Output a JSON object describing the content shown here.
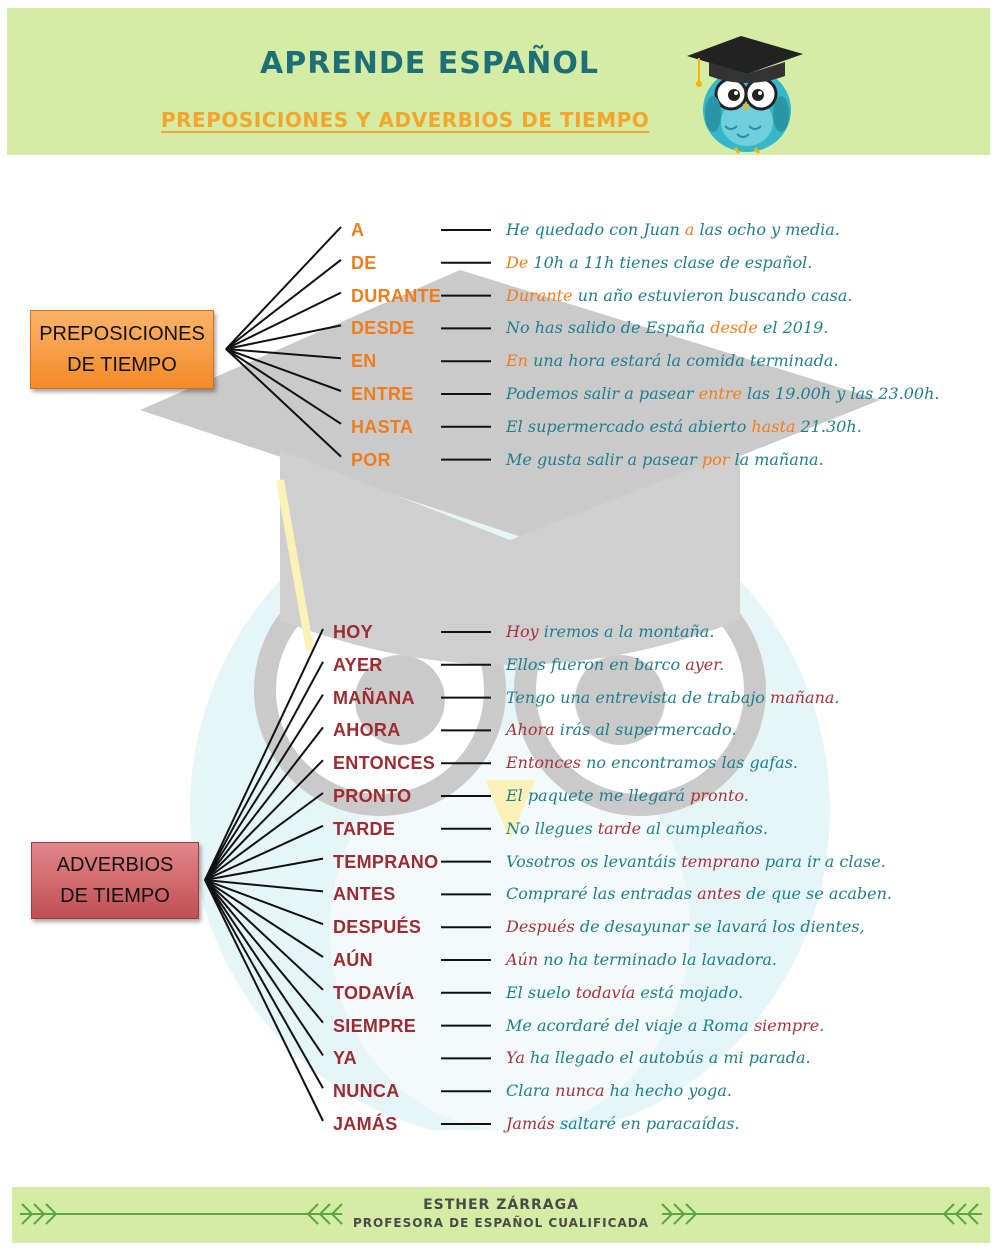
{
  "header": {
    "title": "APRENDE ESPAÑOL",
    "subtitle": "PREPOSICIONES Y ADVERBIOS DE TIEMPO",
    "logo_icon": "owl-graduate-icon"
  },
  "colors": {
    "header_bg": "#d4eca4",
    "title": "#1f7076",
    "subtitle": "#f5a52b",
    "preposition": "#f07d1c",
    "adverb": "#9c2b32",
    "sentence": "#207e8d"
  },
  "prepositions": {
    "label_line1": "PREPOSICIONES",
    "label_line2": "DE TIEMPO",
    "items": [
      {
        "word": "A",
        "sentence": [
          [
            "He quedado con Juan ",
            0
          ],
          [
            "a",
            1
          ],
          [
            " las ocho y media.",
            0
          ]
        ]
      },
      {
        "word": "DE",
        "sentence": [
          [
            "De",
            1
          ],
          [
            " 10h a 11h tienes clase de español.",
            0
          ]
        ]
      },
      {
        "word": "DURANTE",
        "sentence": [
          [
            "Durante",
            1
          ],
          [
            " un año estuvieron buscando casa.",
            0
          ]
        ]
      },
      {
        "word": "DESDE",
        "sentence": [
          [
            "No has salido de España ",
            0
          ],
          [
            "desde",
            1
          ],
          [
            " el 2019.",
            0
          ]
        ]
      },
      {
        "word": "EN",
        "sentence": [
          [
            "En",
            1
          ],
          [
            " una hora estará la comida terminada.",
            0
          ]
        ]
      },
      {
        "word": "ENTRE",
        "sentence": [
          [
            "Podemos salir a pasear ",
            0
          ],
          [
            "entre",
            1
          ],
          [
            " las 19.00h y las 23.00h.",
            0
          ]
        ]
      },
      {
        "word": "HASTA",
        "sentence": [
          [
            "El supermercado está abierto ",
            0
          ],
          [
            "hasta",
            1
          ],
          [
            " 21.30h.",
            0
          ]
        ]
      },
      {
        "word": "POR",
        "sentence": [
          [
            "Me gusta salir a pasear ",
            0
          ],
          [
            "por",
            1
          ],
          [
            " la mañana.",
            0
          ]
        ]
      }
    ]
  },
  "adverbs": {
    "label_line1": "ADVERBIOS",
    "label_line2": "DE TIEMPO",
    "items": [
      {
        "word": "HOY",
        "sentence": [
          [
            "Hoy",
            1
          ],
          [
            " iremos a la montaña.",
            0
          ]
        ]
      },
      {
        "word": "AYER",
        "sentence": [
          [
            "Ellos fueron en barco ",
            0
          ],
          [
            "ayer",
            1
          ],
          [
            ".",
            0
          ]
        ]
      },
      {
        "word": "MAÑANA",
        "sentence": [
          [
            "Tengo una entrevista de trabajo ",
            0
          ],
          [
            "mañana",
            1
          ],
          [
            ".",
            0
          ]
        ]
      },
      {
        "word": "AHORA",
        "sentence": [
          [
            "Ahora",
            1
          ],
          [
            " irás al supermercado.",
            0
          ]
        ]
      },
      {
        "word": "ENTONCES",
        "sentence": [
          [
            "Entonces",
            1
          ],
          [
            " no encontramos las gafas.",
            0
          ]
        ]
      },
      {
        "word": "PRONTO",
        "sentence": [
          [
            "El paquete me llegará ",
            0
          ],
          [
            "pronto",
            1
          ],
          [
            ".",
            0
          ]
        ]
      },
      {
        "word": "TARDE",
        "sentence": [
          [
            "No llegues ",
            0
          ],
          [
            "tarde",
            1
          ],
          [
            " al cumpleaños.",
            0
          ]
        ]
      },
      {
        "word": "TEMPRANO",
        "sentence": [
          [
            "Vosotros os levantáis ",
            0
          ],
          [
            "temprano",
            1
          ],
          [
            " para ir a clase.",
            0
          ]
        ]
      },
      {
        "word": "ANTES",
        "sentence": [
          [
            "Compraré las entradas ",
            0
          ],
          [
            "antes",
            1
          ],
          [
            " de que se acaben.",
            0
          ]
        ]
      },
      {
        "word": "DESPUÉS",
        "sentence": [
          [
            "Después",
            1
          ],
          [
            " de desayunar se lavará los dientes,",
            0
          ]
        ]
      },
      {
        "word": "AÚN",
        "sentence": [
          [
            "Aún",
            1
          ],
          [
            " no ha terminado la lavadora.",
            0
          ]
        ]
      },
      {
        "word": "TODAVÍA",
        "sentence": [
          [
            "El suelo ",
            0
          ],
          [
            "todavía",
            1
          ],
          [
            " está mojado.",
            0
          ]
        ]
      },
      {
        "word": "SIEMPRE",
        "sentence": [
          [
            "Me acordaré del viaje a Roma ",
            0
          ],
          [
            "siempre",
            1
          ],
          [
            ".",
            0
          ]
        ]
      },
      {
        "word": "YA",
        "sentence": [
          [
            "Ya",
            1
          ],
          [
            " ha llegado el autobús a mi parada.",
            0
          ]
        ]
      },
      {
        "word": "NUNCA",
        "sentence": [
          [
            "Clara ",
            0
          ],
          [
            "nunca",
            1
          ],
          [
            " ha hecho yoga.",
            0
          ]
        ]
      },
      {
        "word": "JAMÁS",
        "sentence": [
          [
            "Jamás",
            1
          ],
          [
            " saltaré en paracaídas.",
            0
          ]
        ]
      }
    ]
  },
  "footer": {
    "name": "ESTHER ZÁRRAGA",
    "role": "PROFESORA DE ESPAÑOL CUALIFICADA"
  }
}
